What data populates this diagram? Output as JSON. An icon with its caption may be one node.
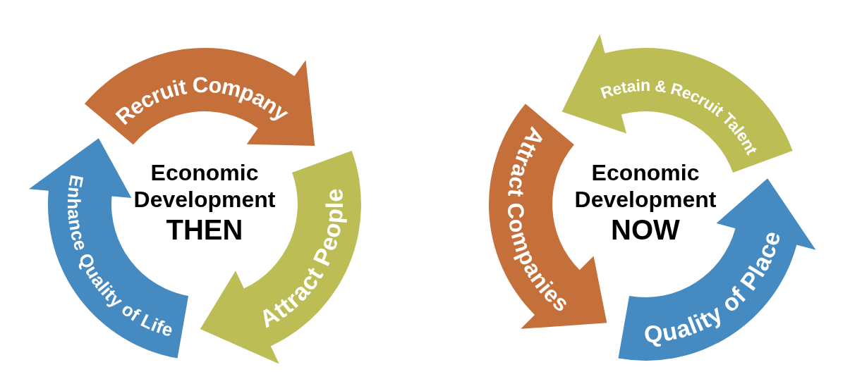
{
  "diagram": {
    "nodes": [
      {
        "text": [
          "Recruit Company"
        ]
      },
      {
        "text": [
          "Attract People"
        ]
      },
      {
        "text": [
          "Enhance Quality of Life"
        ]
      },
      {
        "text": [
          "Retain & Recruit Talent"
        ]
      },
      {
        "text": [
          "Attract Companies"
        ]
      },
      {
        "text": [
          "Quality of Place"
        ]
      }
    ],
    "labels": [
      "Economic Development",
      "THEN",
      "Economic Development",
      "NOW"
    ]
  }
}
